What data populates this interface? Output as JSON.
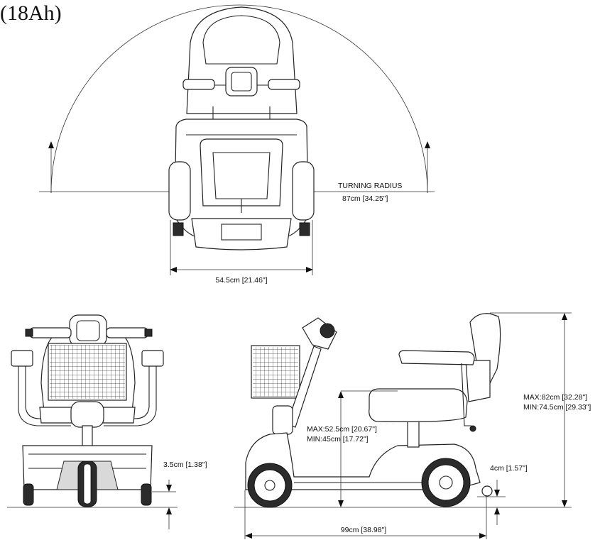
{
  "title_fragment": "(18Ah)",
  "top_view": {
    "turning_radius_label": "TURNING RADIUS",
    "turning_radius_value": "87cm [34.25\"]",
    "width_label": "54.5cm [21.46\"]"
  },
  "front_view": {
    "ground_clearance_label": "3.5cm [1.38\"]"
  },
  "side_view": {
    "seat_height_max": "MAX:52.5cm [20.67\"]",
    "seat_height_min": "MIN:45cm [17.72\"]",
    "overall_height_max": "MAX:82cm [32.28\"]",
    "overall_height_min": "MIN:74.5cm [29.33\"]",
    "anti_tip_clearance": "4cm [1.57\"]",
    "length_label": "99cm [38.98\"]"
  }
}
